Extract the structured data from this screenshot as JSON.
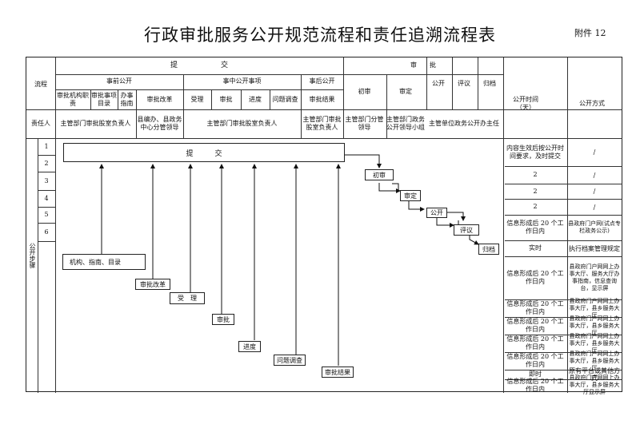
{
  "title": "行政审批服务公开规范流程和责任追溯流程表",
  "attachment": "附件 12",
  "header": {
    "process": "流程",
    "submit": "提　　　　　　交",
    "approval": "审　　批",
    "pre_public": "事前公开",
    "mid_public": "事中公开事项",
    "post_public": "事后公开",
    "agency_duty": "审批机构职责",
    "item_directory": "审批事项目录",
    "guide": "办事指南",
    "reform": "审批改革",
    "accept": "受理",
    "review": "审批",
    "progress": "进度",
    "inquiry": "问题调查",
    "result": "审批结果",
    "initial": "初审",
    "final": "审定",
    "publish": "公开",
    "evaluate": "评议",
    "archive": "归档",
    "publish_time": "公开时间（天）",
    "publish_method": "公开方式"
  },
  "responsible": {
    "label": "责任人",
    "pre": "主管部门审批股室负责人",
    "reform": "县编办、县政务中心分管领导",
    "mid": "主管部门审批股室负责人",
    "post": "主管部门审批股室负责人",
    "initial": "主管部门分管领导",
    "final": "主管部门政务公开领导小组",
    "rest": "主管单位政务公开办主任"
  },
  "steps": {
    "label": "公开步骤",
    "numbers": [
      "1",
      "2",
      "3",
      "4",
      "5",
      "6"
    ]
  },
  "flow": {
    "submit": "提　　　交",
    "initial": "初审",
    "final": "审定",
    "publish": "公开",
    "evaluate": "评议",
    "archive": "归档",
    "b_guide": "机构、指南、目录",
    "b_reform": "审批改革",
    "b_accept": "受　理",
    "b_review": "审批",
    "b_progress": "进度",
    "b_inquiry": "问题调查",
    "b_result": "审批结果"
  },
  "right_rows": [
    {
      "time": "内容生效后按公开时间要求，及时提交",
      "method": "/"
    },
    {
      "time": "2",
      "method": "/"
    },
    {
      "time": "2",
      "method": "/"
    },
    {
      "time": "2",
      "method": "/"
    },
    {
      "time": "信息形成后 20 个工作日内",
      "method": "县政府门户网(试点专栏政务公示)"
    },
    {
      "time": "实时",
      "method": "执行档案管理规定"
    },
    {
      "time": "信息形成后 20 个工作日内",
      "method": "县政府门户网网上办事大厅、服务大厅办事指南，信息查询台，显示屏"
    },
    {
      "time": "信息形成后 20 个工作日内",
      "method": "县政府门户网网上办事大厅，县乡服务大厅"
    },
    {
      "time": "信息形成后 20 个工作日内",
      "method": "县政府门户网网上办事大厅，县乡服务大厅"
    },
    {
      "time": "信息形成后 20 个工作日内",
      "method": "县政府门户网网上办事大厅，县乡服务大厅"
    },
    {
      "time": "信息形成后 20 个工作日内",
      "method": "县政府门户网网上办事大厅，县乡服务大厅"
    },
    {
      "time": "即时",
      "method": "原有平台或其他方式"
    },
    {
      "time": "信息形成后 20 个工作日内",
      "method": "县政府门户网网上办事大厅，县乡服务大厅显示屏"
    }
  ]
}
